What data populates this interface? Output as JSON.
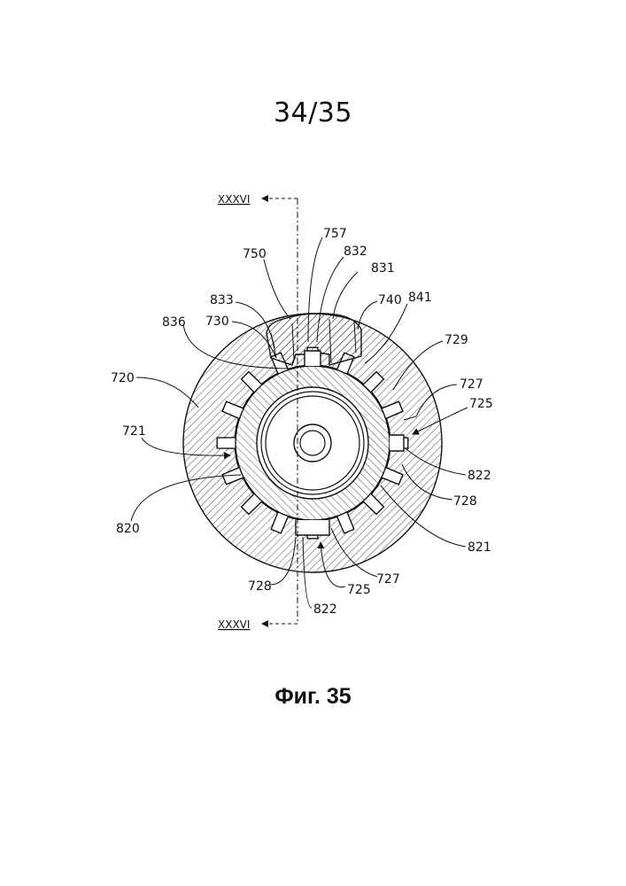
{
  "page": {
    "number": "34/35",
    "caption": "Фиг. 35"
  },
  "section_marks": {
    "top": "XXXVI",
    "bottom": "XXXVI"
  },
  "labels": {
    "l757": "757",
    "l750": "750",
    "l832": "832",
    "l831": "831",
    "l833": "833",
    "l740": "740",
    "l841": "841",
    "l836": "836",
    "l730": "730",
    "l729": "729",
    "l720": "720",
    "l727a": "727",
    "l725a": "725",
    "l721": "721",
    "l822a": "822",
    "l728a": "728",
    "l820": "820",
    "l821": "821",
    "l727b": "727",
    "l725b": "725",
    "l728b": "728",
    "l822b": "822"
  },
  "colors": {
    "ink": "#111111",
    "paper": "#ffffff"
  }
}
